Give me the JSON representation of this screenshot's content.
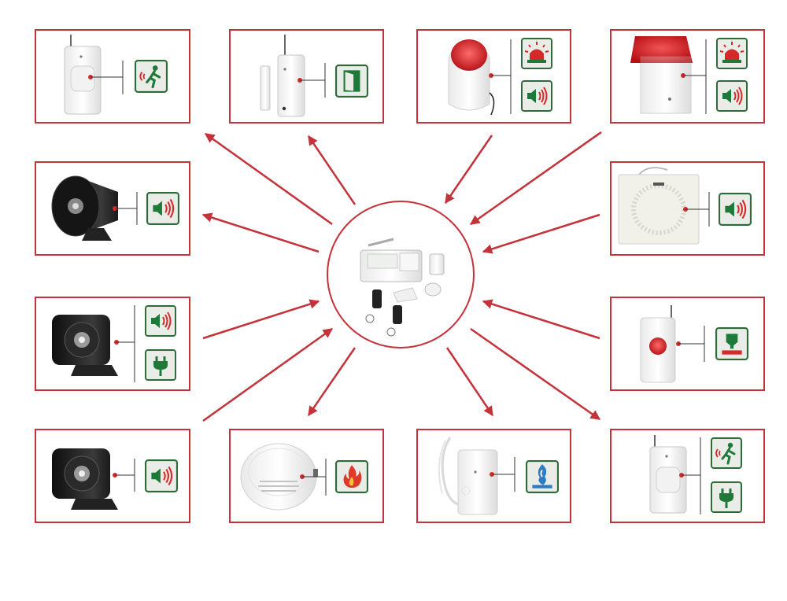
{
  "diagram": {
    "colors": {
      "frame": "#c4323a",
      "arrow": "#c4323a",
      "icon_green": "#1f7a3a",
      "icon_red": "#d42a2a",
      "icon_blue": "#2d7cc4"
    },
    "hub": {
      "name": "alarm-control-kit"
    },
    "devices": [
      {
        "name": "pir-motion-sensor",
        "icons": [
          "motion-detect-icon"
        ]
      },
      {
        "name": "door-contact-sensor",
        "icons": [
          "door-open-icon"
        ]
      },
      {
        "name": "strobe-siren-round",
        "icons": [
          "strobe-light-icon",
          "speaker-sound-icon"
        ]
      },
      {
        "name": "strobe-siren-box",
        "icons": [
          "strobe-light-icon",
          "speaker-sound-icon"
        ]
      },
      {
        "name": "horn-speaker",
        "icons": [
          "speaker-sound-icon"
        ]
      },
      {
        "name": "indoor-speaker-box",
        "icons": [
          "speaker-sound-icon"
        ]
      },
      {
        "name": "wired-horn-siren",
        "icons": [
          "speaker-sound-icon",
          "power-plug-icon"
        ]
      },
      {
        "name": "panic-button",
        "icons": [
          "emergency-button-icon"
        ]
      },
      {
        "name": "horn-siren",
        "icons": [
          "speaker-sound-icon"
        ]
      },
      {
        "name": "smoke-detector",
        "icons": [
          "fire-icon"
        ]
      },
      {
        "name": "gas-leak-detector",
        "icons": [
          "gas-flame-icon"
        ]
      },
      {
        "name": "wired-pir-sensor",
        "icons": [
          "motion-detect-icon",
          "power-plug-icon"
        ]
      }
    ]
  }
}
